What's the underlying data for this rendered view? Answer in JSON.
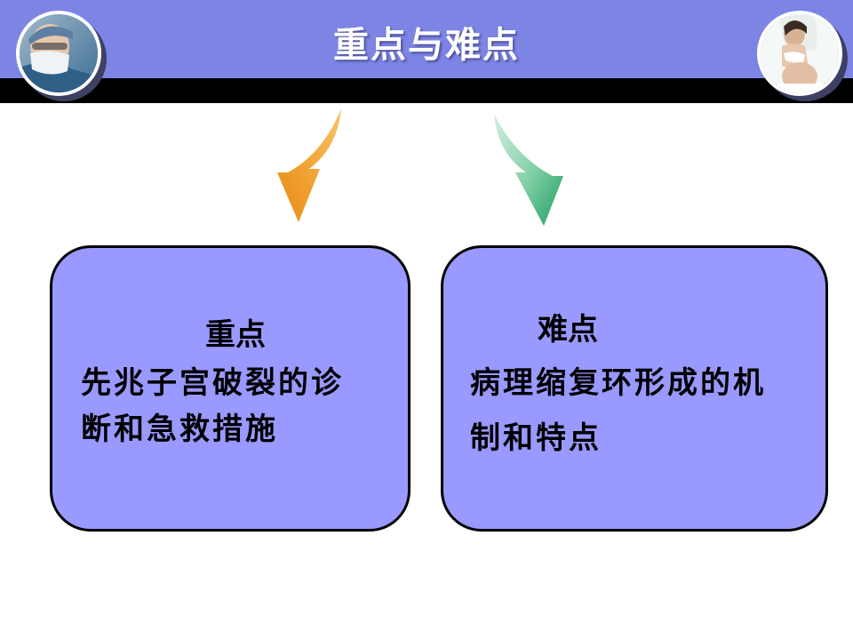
{
  "slide": {
    "title": "重点与难点"
  },
  "key_point": {
    "heading": "重点",
    "line1": "先兆子宫破裂的诊",
    "line2": "断和急救措施"
  },
  "difficult_point": {
    "heading": "难点",
    "line1": "病理缩复环形成的机",
    "line2": "制和特点"
  },
  "colors": {
    "header_band": "#7c84e4",
    "header_bar": "#000000",
    "box_fill": "#9999ff",
    "arrow_left": "#f0a030",
    "arrow_right": "#2eab6e"
  },
  "icons": {
    "left_photo": "doctor-photo",
    "right_photo": "pregnant-woman-photo",
    "left_arrow": "curved-arrow-down-icon",
    "right_arrow": "curved-arrow-down-icon"
  }
}
